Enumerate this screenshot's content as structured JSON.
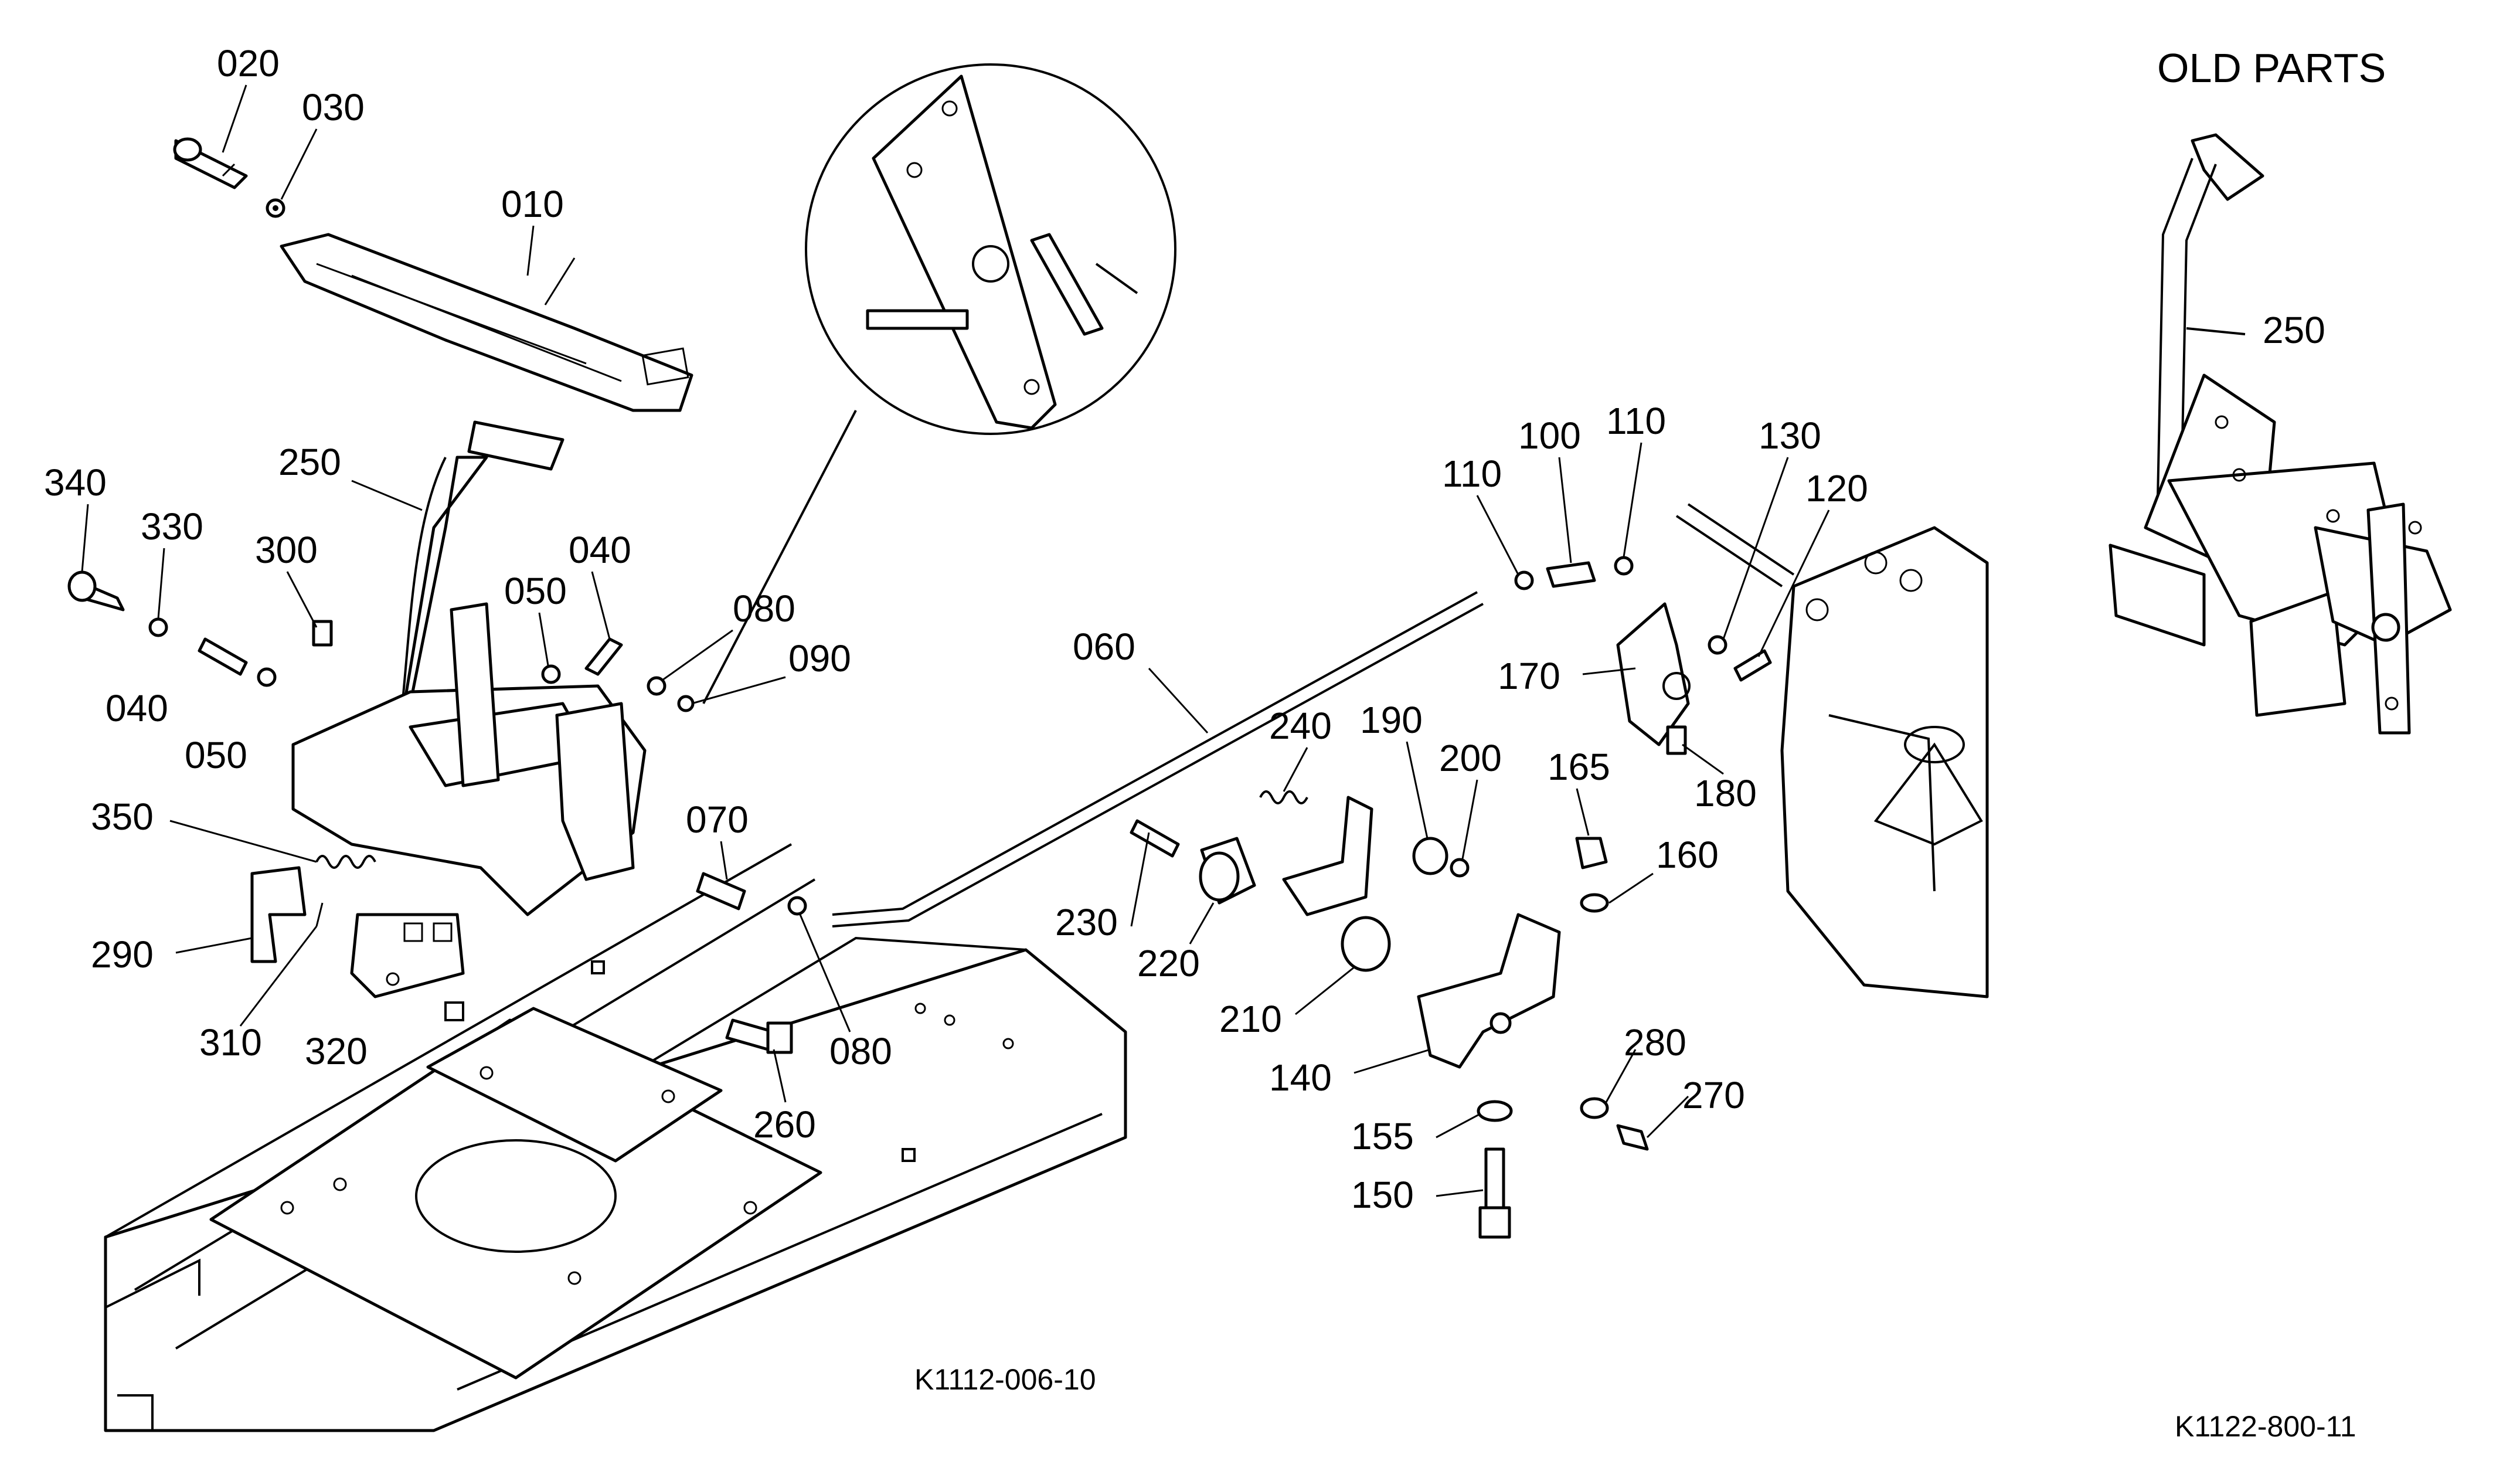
{
  "title": "OLD PARTS",
  "figure_codes": [
    "K1112-006-10",
    "K1122-800-11"
  ],
  "inset_callout_label": "250",
  "part_labels": [
    "020",
    "030",
    "010",
    "340",
    "330",
    "250",
    "300",
    "040",
    "050",
    "040",
    "050",
    "080",
    "090",
    "350",
    "290",
    "310",
    "320",
    "070",
    "080",
    "260",
    "060",
    "110",
    "100",
    "110",
    "130",
    "120",
    "170",
    "180",
    "240",
    "190",
    "200",
    "165",
    "160",
    "230",
    "220",
    "210",
    "140",
    "280",
    "270",
    "155",
    "150"
  ]
}
